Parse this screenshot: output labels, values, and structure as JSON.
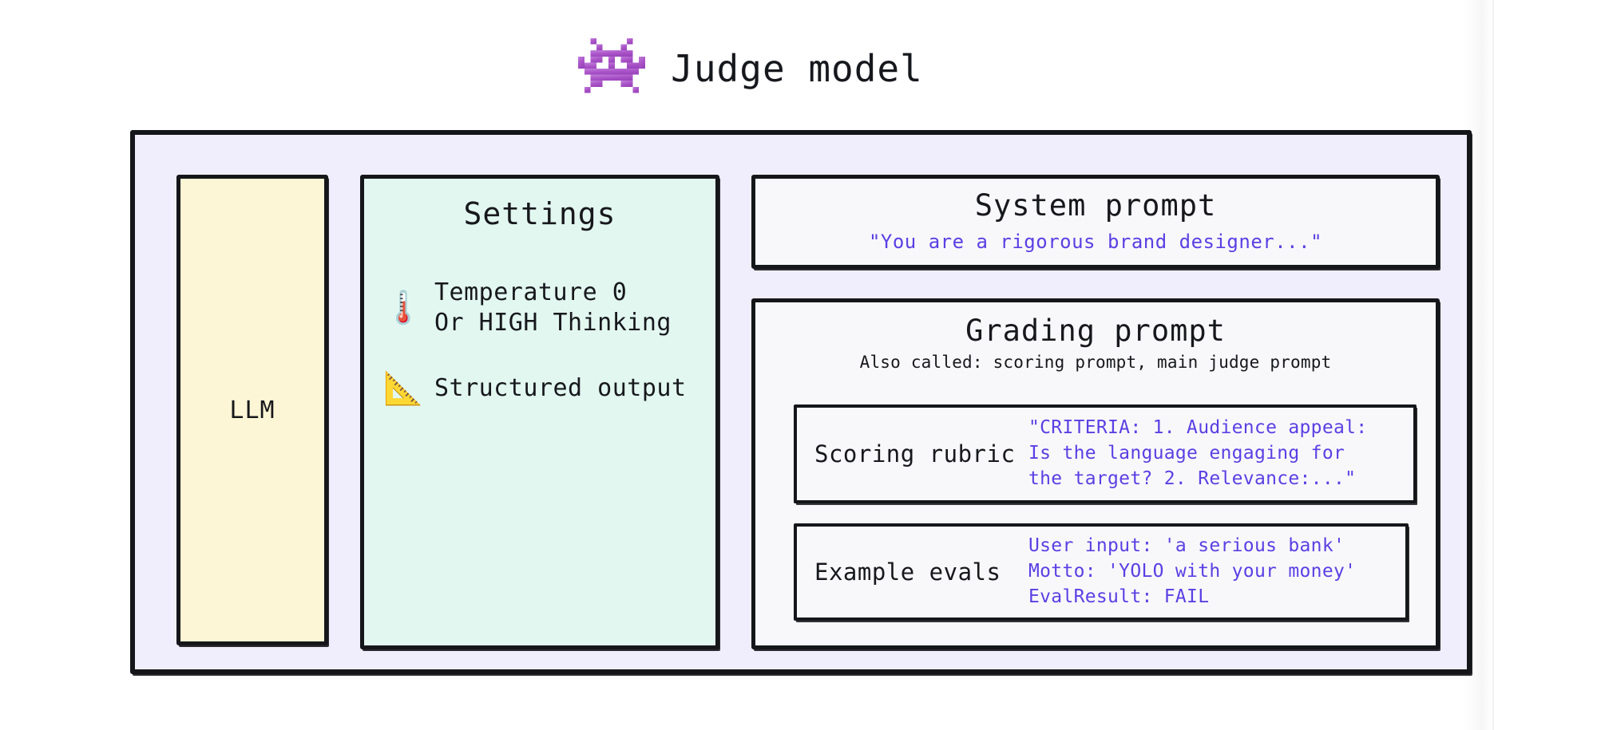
{
  "header": {
    "icon": "alien-monster-icon",
    "title": "Judge model",
    "icon_color": "#a855c8"
  },
  "theme": {
    "panel_background": "#f0edfd",
    "llm_background": "#fdf6d6",
    "settings_background": "#e2f7f0",
    "card_background": "#f8f8fa",
    "ink": "#15161a",
    "accent_purple": "#5b3fe4"
  },
  "llm": {
    "label": "LLM"
  },
  "settings": {
    "title": "Settings",
    "items": [
      {
        "icon": "thermometer-icon",
        "line1": "Temperature 0",
        "line2": "Or HIGH Thinking"
      },
      {
        "icon": "triangular-ruler-icon",
        "line1": "Structured output",
        "line2": ""
      }
    ]
  },
  "system_prompt": {
    "title": "System prompt",
    "quote": "\"You are a rigorous brand designer...\""
  },
  "grading_prompt": {
    "title": "Grading prompt",
    "subtitle": "Also called: scoring prompt, main judge prompt",
    "cards": [
      {
        "label": "Scoring rubric",
        "lines": [
          "\"CRITERIA: 1. Audience appeal:",
          "Is the language engaging for",
          "the target? 2. Relevance:...\""
        ]
      },
      {
        "label": "Example evals",
        "lines": [
          "User input: 'a serious bank'",
          "Motto: 'YOLO with your money'",
          "EvalResult: FAIL"
        ]
      }
    ]
  }
}
